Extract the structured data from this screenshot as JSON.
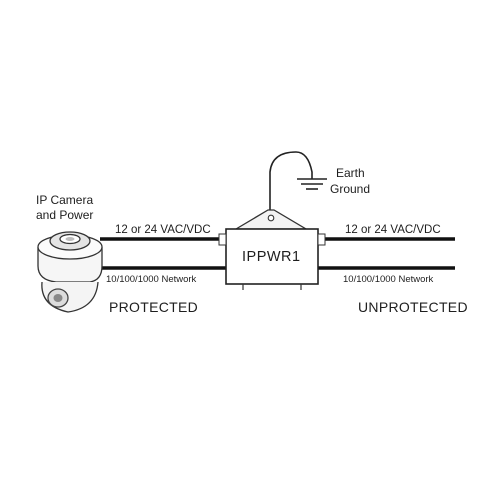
{
  "camera": {
    "line1": "IP Camera",
    "line2": "and Power"
  },
  "earth": {
    "line1": "Earth",
    "line2": "Ground"
  },
  "device": {
    "name": "IPPWR1"
  },
  "left": {
    "power": "12 or 24 VAC/VDC",
    "network": "10/100/1000 Network",
    "zone": "PROTECTED"
  },
  "right": {
    "power": "12 or 24 VAC/VDC",
    "network": "10/100/1000 Network",
    "zone": "UNPROTECTED"
  }
}
